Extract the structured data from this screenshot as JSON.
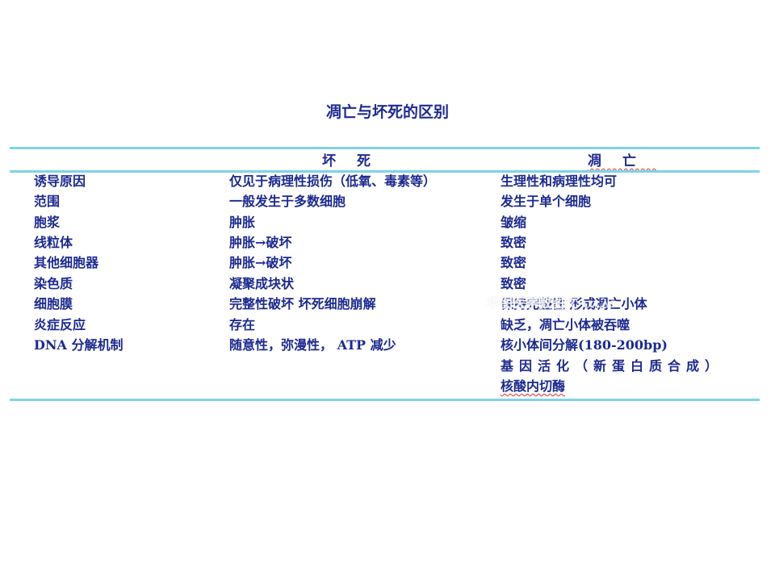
{
  "title": "凋亡与坏死的区别",
  "headers": {
    "necrosis": "坏死",
    "apoptosis": "凋亡"
  },
  "rows": [
    {
      "feature": "诱导原因",
      "necrosis": "仅见于病理性损伤（低氧、毒素等）",
      "apoptosis": "生理性和病理性均可"
    },
    {
      "feature": "范围",
      "necrosis": "一般发生于多数细胞",
      "apoptosis": "发生于单个细胞"
    },
    {
      "feature": "胞浆",
      "necrosis": "肿胀",
      "apoptosis": "皱缩"
    },
    {
      "feature": "线粒体",
      "necrosis": "肿胀→破坏",
      "apoptosis": "致密"
    },
    {
      "feature": "其他细胞器",
      "necrosis": "肿胀→破坏",
      "apoptosis": "致密"
    },
    {
      "feature": "染色质",
      "necrosis": "凝聚成块状",
      "apoptosis": "致密"
    },
    {
      "feature": "细胞膜",
      "necrosis": "完整性破坏 坏死细胞崩解",
      "apoptosis": "保持完整性 形成凋亡小体"
    },
    {
      "feature": "炎症反应",
      "necrosis": "存在",
      "apoptosis": "缺乏，凋亡小体被吞噬"
    },
    {
      "feature": "DNA 分解机制",
      "necrosis": "随意性，弥漫性， ATP 减少",
      "apoptosis": "核小体间分解(180-200bp)"
    }
  ],
  "extra_lines": [
    "基因活化（新蛋白质合成）",
    "核酸内切酶"
  ],
  "watermark": "华图医学教图文·ιιιλs"
}
